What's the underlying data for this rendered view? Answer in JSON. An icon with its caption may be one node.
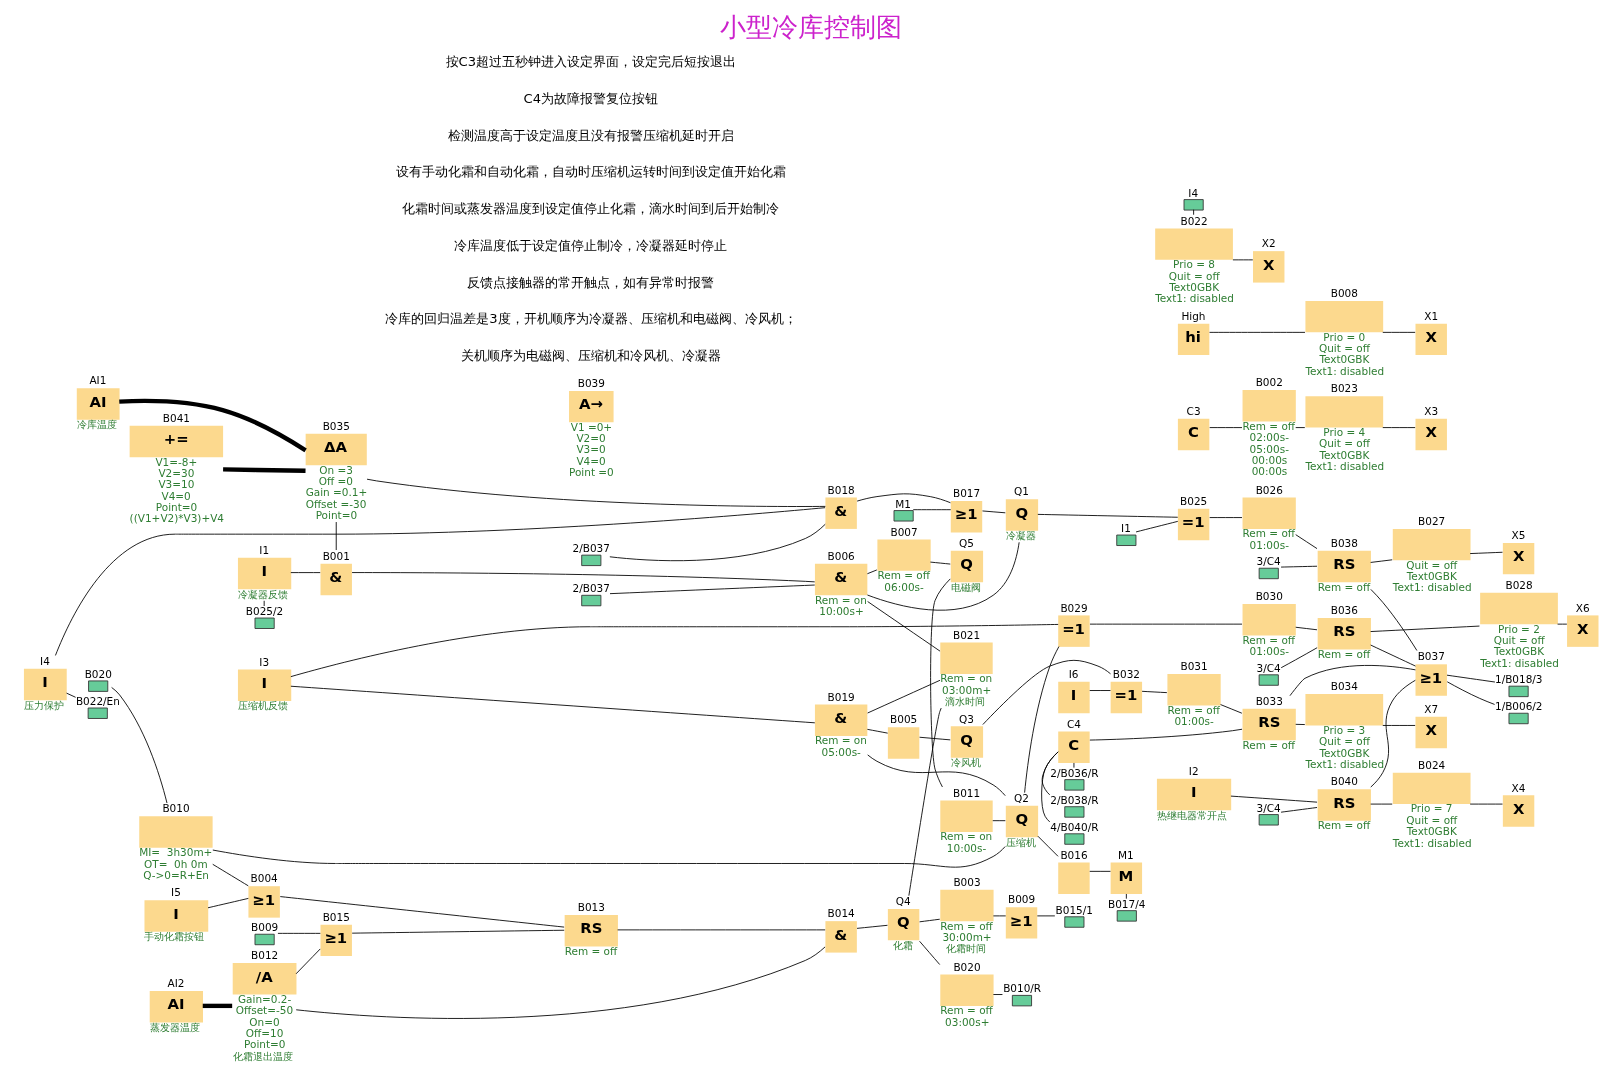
{
  "diagram": {
    "title": "小型冷库控制图",
    "nodes": [
      {
        "text": [
          "AI1",
          "AI"
        ],
        "beside": [
          "冷库温度"
        ]
      },
      {
        "text": [
          "B041",
          "+="
        ],
        "beside": [
          "V1=-8+",
          "V2=30",
          "V3=10",
          "V4=0",
          "Point=0",
          "((V1+V2)*V3)+V4"
        ]
      },
      {
        "text": [
          "B035",
          "ΔA"
        ],
        "beside": [
          "On =3",
          "Off =0",
          "Gain =0.1+",
          "Offset =-30",
          "Point=0"
        ]
      },
      {
        "text": [
          "B039",
          "A→"
        ],
        "beside": [
          "V1 =0+",
          "V2=0",
          "V3=0",
          "V4=0",
          "Point =0"
        ]
      },
      {
        "text": [
          "I4",
          "I"
        ],
        "beside": [
          "压力保护"
        ]
      },
      {
        "text": [
          "B022/En"
        ]
      },
      {
        "text": [
          "I1",
          "I"
        ],
        "beside": [
          "冷凝器反馈"
        ]
      },
      {
        "text": [
          "B025/2"
        ]
      },
      {
        "text": [
          "B001",
          "&"
        ]
      },
      {
        "text": [
          "2/B037"
        ]
      },
      {
        "text": [
          "B018",
          "&"
        ]
      },
      {
        "text": [
          "M1"
        ]
      },
      {
        "text": [
          "B017",
          "≥1"
        ]
      },
      {
        "text": [
          "Q1",
          "Q"
        ],
        "beside": [
          "冷凝器"
        ]
      },
      {
        "text": [
          "2/B037"
        ]
      },
      {
        "text": [
          "B006",
          "&"
        ],
        "beside": [
          "Rem = on",
          "10:00s+"
        ]
      },
      {
        "text": [
          "B007"
        ],
        "beside": [
          "Rem = off",
          "06:00s-"
        ]
      },
      {
        "text": [
          "Q5",
          "Q"
        ],
        "beside": [
          "电磁阀"
        ]
      },
      {
        "text": [
          "B011"
        ],
        "beside": [
          "Rem = on",
          "10:00s-"
        ]
      },
      {
        "text": [
          "Q2",
          "Q"
        ],
        "beside": [
          "压缩机"
        ]
      },
      {
        "text": [
          "B016"
        ]
      },
      {
        "text": [
          "M1",
          "M"
        ]
      },
      {
        "text": [
          "B017/4"
        ]
      },
      {
        "text": [
          "B019",
          "&"
        ],
        "beside": [
          "Rem = on",
          "05:00s-"
        ]
      },
      {
        "text": [
          "B005"
        ]
      },
      {
        "text": [
          "Q3",
          "Q"
        ],
        "beside": [
          "冷风机"
        ]
      },
      {
        "text": [
          "I3",
          "I"
        ],
        "beside": [
          "压缩机反馈"
        ]
      },
      {
        "text": [
          "I5",
          "I"
        ],
        "beside": [
          "手动化霜按钮"
        ]
      },
      {
        "text": [
          "B004",
          "≥1"
        ]
      },
      {
        "text": [
          "B020"
        ]
      },
      {
        "text": [
          "B010"
        ],
        "beside": [
          "MI=  3h30m+",
          "OT=  0h 0m",
          "Q->0=R+En"
        ]
      },
      {
        "text": [
          "B009"
        ]
      },
      {
        "text": [
          "B015",
          "≥1"
        ]
      },
      {
        "text": [
          "B013",
          "RS"
        ],
        "beside": [
          "Rem = off"
        ]
      },
      {
        "text": [
          "AI2",
          "AI"
        ],
        "beside": [
          "蒸发器温度"
        ]
      },
      {
        "text": [
          "B012",
          "/A"
        ],
        "beside": [
          "Gain=0.2-",
          "Offset=-50",
          "On=0",
          "Off=10",
          "Point=0",
          "化霜退出温度"
        ]
      },
      {
        "text": [
          "B014",
          "&"
        ]
      },
      {
        "text": [
          "Q4",
          "Q"
        ],
        "beside": [
          "化霜"
        ]
      },
      {
        "text": [
          "B021"
        ],
        "beside": [
          "Rem = on",
          "03:00m+",
          "滴水时间"
        ]
      },
      {
        "text": [
          "B020"
        ],
        "beside": [
          "Rem = off",
          "03:00s+"
        ]
      },
      {
        "text": [
          "B010/R"
        ]
      },
      {
        "text": [
          "B003"
        ],
        "beside": [
          "Rem = off",
          "30:00m+",
          "化霜时间"
        ]
      },
      {
        "text": [
          "B009",
          "≥1"
        ]
      },
      {
        "text": [
          "B015/1"
        ]
      },
      {
        "text": [
          "B029",
          "=1"
        ]
      },
      {
        "text": [
          "C3",
          "C"
        ]
      },
      {
        "text": [
          "B002"
        ],
        "beside": [
          "Rem = off",
          "02:00s-",
          "05:00s-",
          "00:00s",
          "00:00s"
        ]
      },
      {
        "text": [
          "B023"
        ],
        "beside": [
          "Prio = 4",
          "Quit = off",
          "Text0GBK",
          "Text1: disabled"
        ]
      },
      {
        "text": [
          "X3",
          "X"
        ]
      },
      {
        "text": [
          "High",
          "hi"
        ]
      },
      {
        "text": [
          "B008"
        ],
        "beside": [
          "Prio = 0",
          "Quit = off",
          "Text0GBK",
          "Text1: disabled"
        ]
      },
      {
        "text": [
          "X1",
          "X"
        ]
      },
      {
        "text": [
          "I1"
        ]
      },
      {
        "text": [
          "B025",
          "=1"
        ]
      },
      {
        "text": [
          "B026"
        ],
        "beside": [
          "Rem = off",
          "01:00s-"
        ]
      },
      {
        "text": [
          "B038",
          "RS"
        ],
        "beside": [
          "Rem = off"
        ]
      },
      {
        "text": [
          "B027"
        ],
        "beside": [
          "Quit = off",
          "Text0GBK",
          "Text1: disabled"
        ]
      },
      {
        "text": [
          "X5",
          "X"
        ]
      },
      {
        "text": [
          "I4"
        ]
      },
      {
        "text": [
          "B022"
        ],
        "beside": [
          "Prio = 8",
          "Quit = off",
          "Text0GBK",
          "Text1: disabled"
        ]
      },
      {
        "text": [
          "X2",
          "X"
        ]
      },
      {
        "text": [
          "3/C4"
        ]
      },
      {
        "text": [
          "B030"
        ],
        "beside": [
          "Rem = off",
          "01:00s-"
        ]
      },
      {
        "text": [
          "B037",
          "≥1"
        ]
      },
      {
        "text": [
          "1/B018/3"
        ]
      },
      {
        "text": [
          "1/B006/2"
        ]
      },
      {
        "text": [
          "3/C4"
        ]
      },
      {
        "text": [
          "B036",
          "RS"
        ],
        "beside": [
          "Rem = off"
        ]
      },
      {
        "text": [
          "B028"
        ],
        "beside": [
          "Prio = 2",
          "Quit = off",
          "Text0GBK",
          "Text1: disabled"
        ]
      },
      {
        "text": [
          "X6",
          "X"
        ]
      },
      {
        "text": [
          "I6",
          "I"
        ]
      },
      {
        "text": [
          "B032",
          "=1"
        ]
      },
      {
        "text": [
          "B031"
        ],
        "beside": [
          "Rem = off",
          "01:00s-"
        ]
      },
      {
        "text": [
          "B033",
          "RS"
        ],
        "beside": [
          "Rem = off"
        ]
      },
      {
        "text": [
          "B034"
        ],
        "beside": [
          "Prio = 3",
          "Quit = off",
          "Text0GBK",
          "Text1: disabled"
        ]
      },
      {
        "text": [
          "X7",
          "X"
        ]
      },
      {
        "text": [
          "C4",
          "C"
        ]
      },
      {
        "text": [
          "4/B040/R"
        ]
      },
      {
        "text": [
          "2/B038/R"
        ]
      },
      {
        "text": [
          "2/B036/R"
        ]
      },
      {
        "text": [
          "I2",
          "I"
        ],
        "beside": [
          "热继电器常开点"
        ]
      },
      {
        "text": [
          "3/C4"
        ]
      },
      {
        "text": [
          "B040",
          "RS"
        ],
        "beside": [
          "Rem = off"
        ]
      },
      {
        "text": [
          "B024"
        ],
        "beside": [
          "Prio = 7",
          "Quit = off",
          "Text0GBK",
          "Text1: disabled"
        ]
      },
      {
        "text": [
          "X4",
          "X"
        ]
      }
    ],
    "edges": [
      {
        "from": 0,
        "to": 2,
        "arrow": "none",
        "style": "thick"
      },
      {
        "from": 1,
        "to": 2,
        "arrow": "none",
        "style": "thick"
      },
      {
        "from": 2,
        "to": 10,
        "arrow": "none"
      },
      {
        "from": 2,
        "to": 8,
        "arrow": "none"
      },
      {
        "from": 4,
        "to": 5,
        "arrow": "none"
      },
      {
        "from": 4,
        "to": 10,
        "arrow": "none"
      },
      {
        "from": 6,
        "to": 8,
        "arrow": "none"
      },
      {
        "from": 6,
        "to": 7,
        "arrow": "none"
      },
      {
        "from": 9,
        "to": 10,
        "arrow": "none"
      },
      {
        "from": 10,
        "to": 12,
        "arrow": "none"
      },
      {
        "from": 11,
        "to": 12,
        "arrow": "none"
      },
      {
        "from": 12,
        "to": 13,
        "arrow": "none"
      },
      {
        "from": 13,
        "to": 15,
        "arrow": "none"
      },
      {
        "from": 13,
        "to": 53,
        "arrow": "none"
      },
      {
        "from": 14,
        "to": 15,
        "arrow": "none"
      },
      {
        "from": 8,
        "to": 15,
        "arrow": "none"
      },
      {
        "from": 38,
        "to": 15,
        "arrow": "none"
      },
      {
        "from": 15,
        "to": 16,
        "arrow": "none"
      },
      {
        "from": 16,
        "to": 17,
        "arrow": "none"
      },
      {
        "from": 17,
        "to": 18,
        "arrow": "none"
      },
      {
        "from": 18,
        "to": 19,
        "arrow": "none"
      },
      {
        "from": 19,
        "to": 20,
        "arrow": "none"
      },
      {
        "from": 20,
        "to": 21,
        "arrow": "none"
      },
      {
        "from": 21,
        "to": 22,
        "arrow": "none"
      },
      {
        "from": 19,
        "to": 23,
        "arrow": "none"
      },
      {
        "from": 19,
        "to": 30,
        "arrow": "none"
      },
      {
        "from": 19,
        "to": 44,
        "arrow": "none"
      },
      {
        "from": 38,
        "to": 23,
        "arrow": "none"
      },
      {
        "from": 26,
        "to": 23,
        "arrow": "none"
      },
      {
        "from": 23,
        "to": 24,
        "arrow": "none"
      },
      {
        "from": 24,
        "to": 25,
        "arrow": "none"
      },
      {
        "from": 25,
        "to": 71,
        "arrow": "none"
      },
      {
        "from": 26,
        "to": 44,
        "arrow": "none"
      },
      {
        "from": 27,
        "to": 28,
        "arrow": "none"
      },
      {
        "from": 29,
        "to": 30,
        "arrow": "none"
      },
      {
        "from": 30,
        "to": 28,
        "arrow": "none"
      },
      {
        "from": 28,
        "to": 33,
        "arrow": "none"
      },
      {
        "from": 31,
        "to": 32,
        "arrow": "none"
      },
      {
        "from": 35,
        "to": 32,
        "arrow": "none"
      },
      {
        "from": 32,
        "to": 33,
        "arrow": "none"
      },
      {
        "from": 34,
        "to": 35,
        "arrow": "none",
        "style": "thick"
      },
      {
        "from": 33,
        "to": 36,
        "arrow": "none"
      },
      {
        "from": 35,
        "to": 36,
        "arrow": "none"
      },
      {
        "from": 36,
        "to": 37,
        "arrow": "none"
      },
      {
        "from": 37,
        "to": 38,
        "arrow": "none"
      },
      {
        "from": 37,
        "to": 39,
        "arrow": "none"
      },
      {
        "from": 37,
        "to": 41,
        "arrow": "none"
      },
      {
        "from": 39,
        "to": 40,
        "arrow": "none"
      },
      {
        "from": 41,
        "to": 42,
        "arrow": "none"
      },
      {
        "from": 42,
        "to": 43,
        "arrow": "none"
      },
      {
        "from": 44,
        "to": 62,
        "arrow": "none"
      },
      {
        "from": 45,
        "to": 46,
        "arrow": "none"
      },
      {
        "from": 46,
        "to": 47,
        "arrow": "none"
      },
      {
        "from": 47,
        "to": 48,
        "arrow": "none"
      },
      {
        "from": 49,
        "to": 50,
        "arrow": "none"
      },
      {
        "from": 50,
        "to": 51,
        "arrow": "none"
      },
      {
        "from": 52,
        "to": 53,
        "arrow": "none"
      },
      {
        "from": 53,
        "to": 54,
        "arrow": "none"
      },
      {
        "from": 54,
        "to": 55,
        "arrow": "none"
      },
      {
        "from": 61,
        "to": 55,
        "arrow": "none"
      },
      {
        "from": 55,
        "to": 56,
        "arrow": "none"
      },
      {
        "from": 55,
        "to": 63,
        "arrow": "none"
      },
      {
        "from": 56,
        "to": 57,
        "arrow": "none"
      },
      {
        "from": 58,
        "to": 59,
        "arrow": "none"
      },
      {
        "from": 59,
        "to": 60,
        "arrow": "none"
      },
      {
        "from": 62,
        "to": 67,
        "arrow": "none"
      },
      {
        "from": 66,
        "to": 67,
        "arrow": "none"
      },
      {
        "from": 67,
        "to": 68,
        "arrow": "none"
      },
      {
        "from": 67,
        "to": 63,
        "arrow": "none"
      },
      {
        "from": 68,
        "to": 69,
        "arrow": "none"
      },
      {
        "from": 63,
        "to": 64,
        "arrow": "none"
      },
      {
        "from": 63,
        "to": 65,
        "arrow": "none"
      },
      {
        "from": 70,
        "to": 71,
        "arrow": "none"
      },
      {
        "from": 71,
        "to": 72,
        "arrow": "none"
      },
      {
        "from": 72,
        "to": 73,
        "arrow": "none"
      },
      {
        "from": 76,
        "to": 73,
        "arrow": "none"
      },
      {
        "from": 73,
        "to": 74,
        "arrow": "none"
      },
      {
        "from": 73,
        "to": 63,
        "arrow": "none"
      },
      {
        "from": 74,
        "to": 75,
        "arrow": "none"
      },
      {
        "from": 76,
        "to": 77,
        "arrow": "none"
      },
      {
        "from": 76,
        "to": 78,
        "arrow": "none"
      },
      {
        "from": 76,
        "to": 79,
        "arrow": "none"
      },
      {
        "from": 80,
        "to": 82,
        "arrow": "none"
      },
      {
        "from": 81,
        "to": 82,
        "arrow": "none"
      },
      {
        "from": 82,
        "to": 83,
        "arrow": "none"
      },
      {
        "from": 82,
        "to": 63,
        "arrow": "none"
      },
      {
        "from": 83,
        "to": 84,
        "arrow": "none"
      }
    ],
    "labels": [
      "按C3超过五秒钟进入设定界面，设定完后短按退出",
      "C4为故障报警复位按钮",
      "检测温度高于设定温度且没有报警压缩机延时开启",
      "设有手动化霜和自动化霜，自动时压缩机运转时间到设定值开始化霜",
      "化霜时间或蒸发器温度到设定值停止化霜，滴水时间到后开始制冷",
      "冷库温度低于设定值停止制冷，冷凝器延时停止",
      "反馈点接触器的常开触点，如有异常时报警",
      "冷库的回归温差是3度，开机顺序为冷凝器、压缩机和电磁阀、冷风机；",
      "关机顺序为电磁阀、压缩机和冷风机、冷凝器"
    ]
  }
}
